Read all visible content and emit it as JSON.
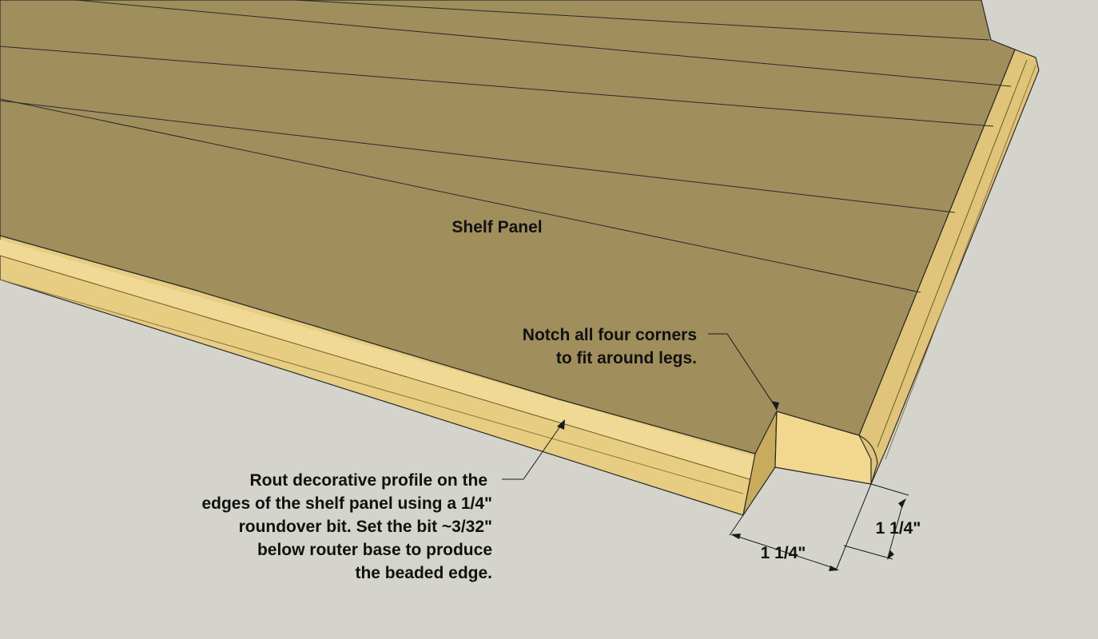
{
  "labels": {
    "panel_title": "Shelf Panel",
    "notch_line1": "Notch all four corners",
    "notch_line2": "to fit around legs.",
    "rout_line1": "Rout decorative profile on the",
    "rout_line2": "edges of the shelf panel using a 1/4\"",
    "rout_line3": "roundover bit. Set the bit ~3/32\"",
    "rout_line4": "below router base to produce",
    "rout_line5": "the beaded edge.",
    "dim_vertical": "1 1/4\"",
    "dim_horizontal": "1 1/4\""
  },
  "colors": {
    "background": "#d4d4cc",
    "panel_top": "#a08e5d",
    "edge_light": "#ecd58c",
    "edge_mid": "#e0c47a",
    "edge_dark": "#c9ab5e",
    "line": "#1a1a1a"
  }
}
